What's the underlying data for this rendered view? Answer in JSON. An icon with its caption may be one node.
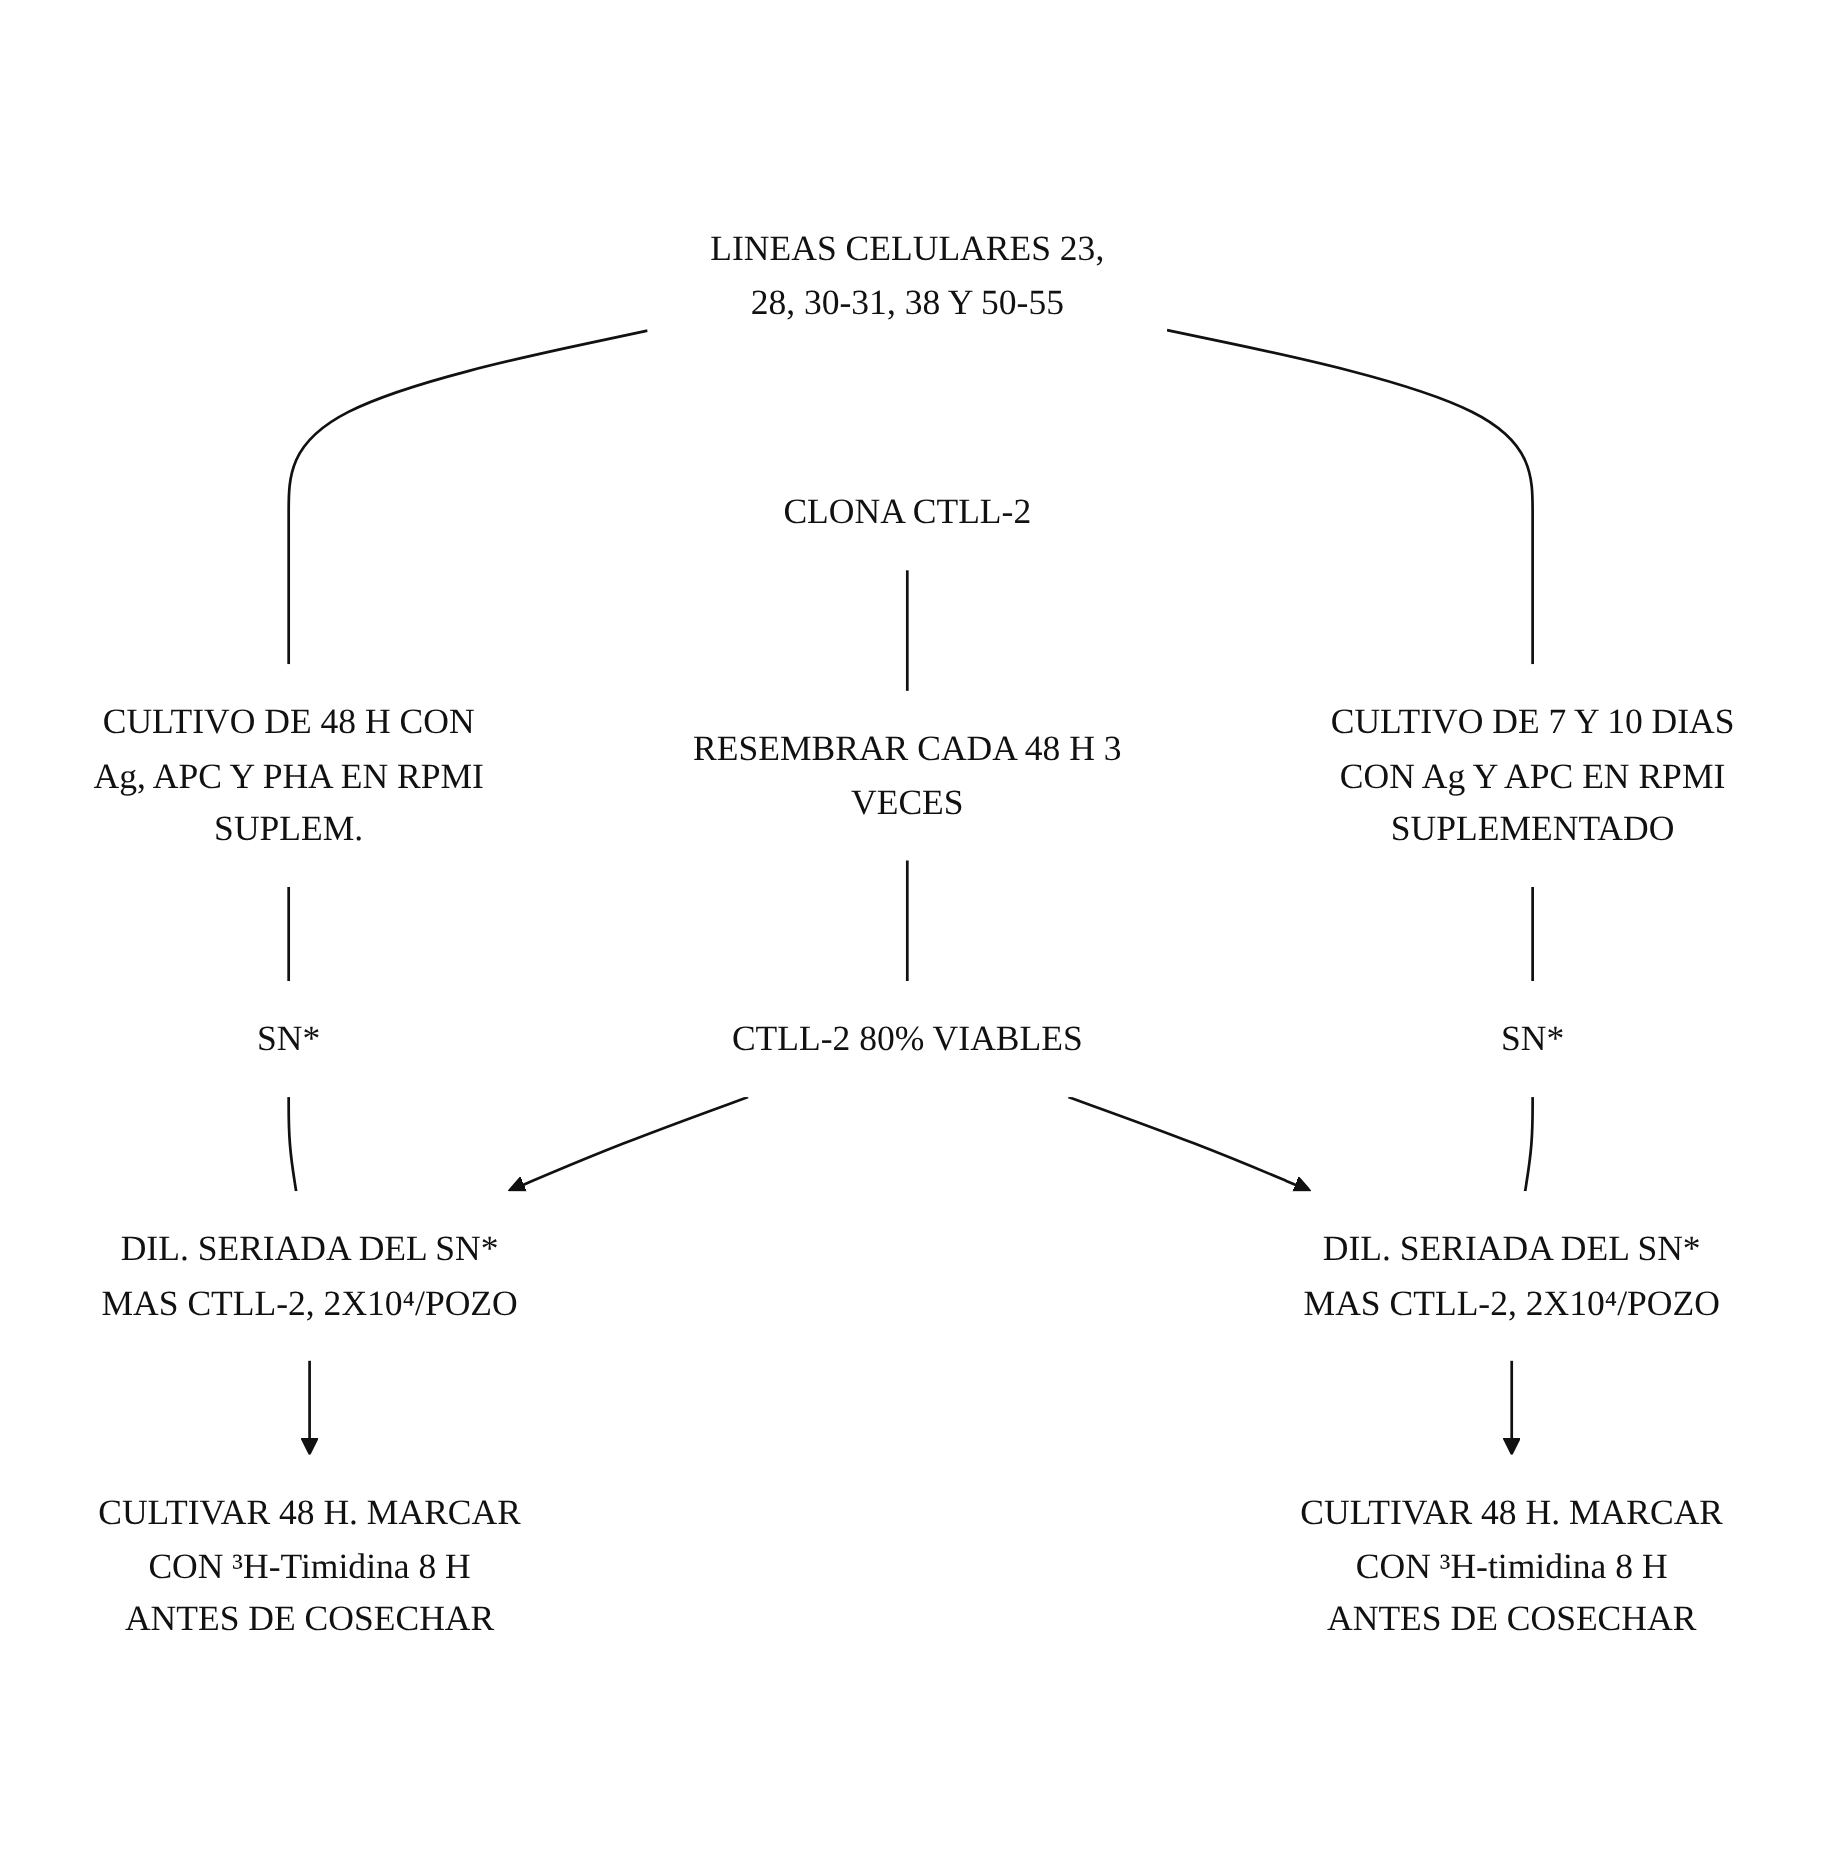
{
  "diagram": {
    "nodes": [
      {
        "text": [
          "LINEAS CELULARES 23, 28, 30-31, 38 Y 50-55"
        ]
      },
      {
        "text": [
          "CULTIVO DE 48 H CON Ag, APC Y PHA EN RPMI SUPLEM."
        ]
      },
      {
        "text": [
          "CLONA CTLL-2"
        ]
      },
      {
        "text": [
          "CULTIVO DE 7 Y 10 DIAS CON Ag Y APC EN RPMI SUPLEMENTADO"
        ]
      },
      {
        "text": [
          "SN*"
        ]
      },
      {
        "text": [
          "RESEMBRAR CADA 48 H 3 VECES"
        ]
      },
      {
        "text": [
          "SN*"
        ]
      },
      {
        "text": [
          "CTLL-2 80% VIABLES"
        ]
      },
      {
        "text": [
          "DIL. SERIADA DEL SN* MAS CTLL-2, 2X10⁴/POZO"
        ]
      },
      {
        "text": [
          "DIL. SERIADA DEL SN* MAS CTLL-2, 2X10⁴/POZO"
        ]
      },
      {
        "text": [
          "CULTIVAR 48 H. MARCAR CON ³H-Timidina 8 H ANTES DE COSECHAR"
        ]
      },
      {
        "text": [
          "CULTIVAR 48 H. MARCAR CON ³H-timidina 8 H ANTES DE COSECHAR"
        ]
      }
    ],
    "edges": [
      {
        "from": 0,
        "to": 1,
        "arrow": "none"
      },
      {
        "from": 0,
        "to": 3,
        "arrow": "none"
      },
      {
        "from": 1,
        "to": 4,
        "arrow": "none"
      },
      {
        "from": 2,
        "to": 5,
        "arrow": "none"
      },
      {
        "from": 3,
        "to": 6,
        "arrow": "none"
      },
      {
        "from": 5,
        "to": 7,
        "arrow": "none"
      },
      {
        "from": 4,
        "to": 8,
        "arrow": "none"
      },
      {
        "from": 7,
        "to": 8,
        "arrow": "to"
      },
      {
        "from": 7,
        "to": 9,
        "arrow": "to"
      },
      {
        "from": 6,
        "to": 9,
        "arrow": "none"
      },
      {
        "from": 8,
        "to": 10,
        "arrow": "to"
      },
      {
        "from": 9,
        "to": 11,
        "arrow": "to"
      }
    ]
  }
}
